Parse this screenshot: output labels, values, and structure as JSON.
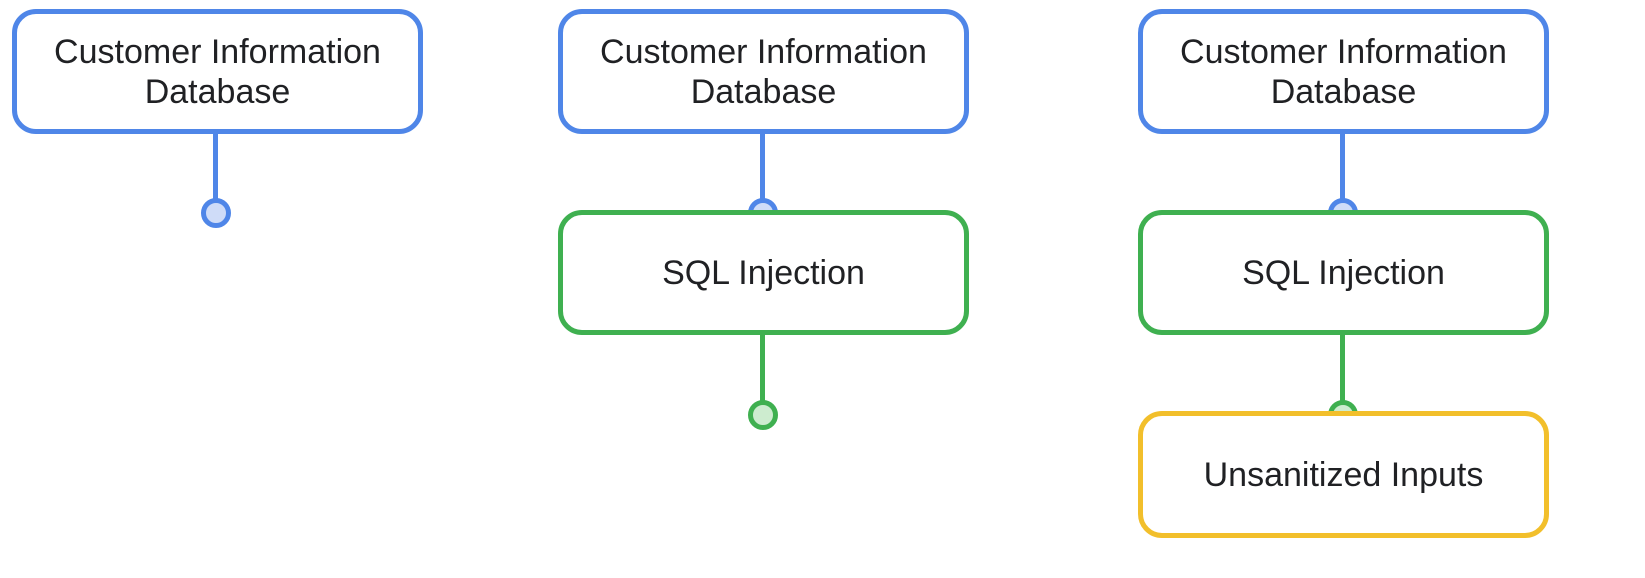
{
  "diagram": {
    "columns": [
      {
        "nodes": [
          {
            "label": "Customer Information\nDatabase",
            "color": "#4f86e8"
          }
        ],
        "trailing_connector_color": "#4f86e8"
      },
      {
        "nodes": [
          {
            "label": "Customer Information\nDatabase",
            "color": "#4f86e8"
          },
          {
            "label": "SQL Injection",
            "color": "#3fb050"
          }
        ],
        "trailing_connector_color": "#3fb050"
      },
      {
        "nodes": [
          {
            "label": "Customer Information\nDatabase",
            "color": "#4f86e8"
          },
          {
            "label": "SQL Injection",
            "color": "#3fb050"
          },
          {
            "label": "Unsanitized Inputs",
            "color": "#f2bf2b"
          }
        ]
      }
    ]
  }
}
